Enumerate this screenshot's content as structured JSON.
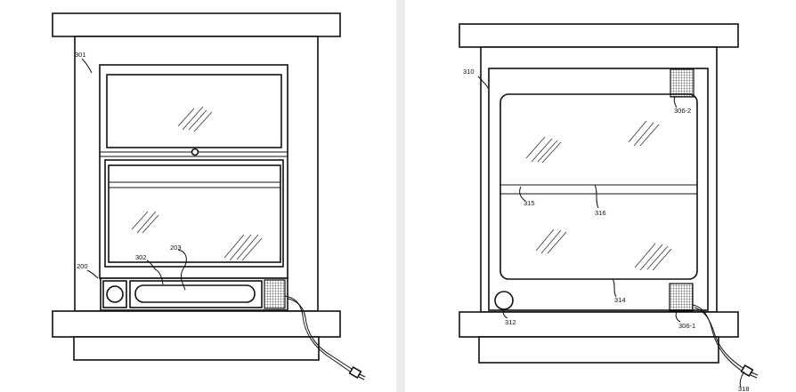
{
  "left_figure": {
    "labels": {
      "unit_301": "301",
      "unit_200": "200",
      "unit_302": "302",
      "unit_203": "203"
    }
  },
  "right_figure": {
    "labels": {
      "unit_310": "310",
      "unit_306_2": "306-2",
      "unit_315": "315",
      "unit_316": "316",
      "unit_314": "314",
      "unit_312": "312",
      "unit_306_1": "306-1",
      "unit_318": "318"
    }
  }
}
